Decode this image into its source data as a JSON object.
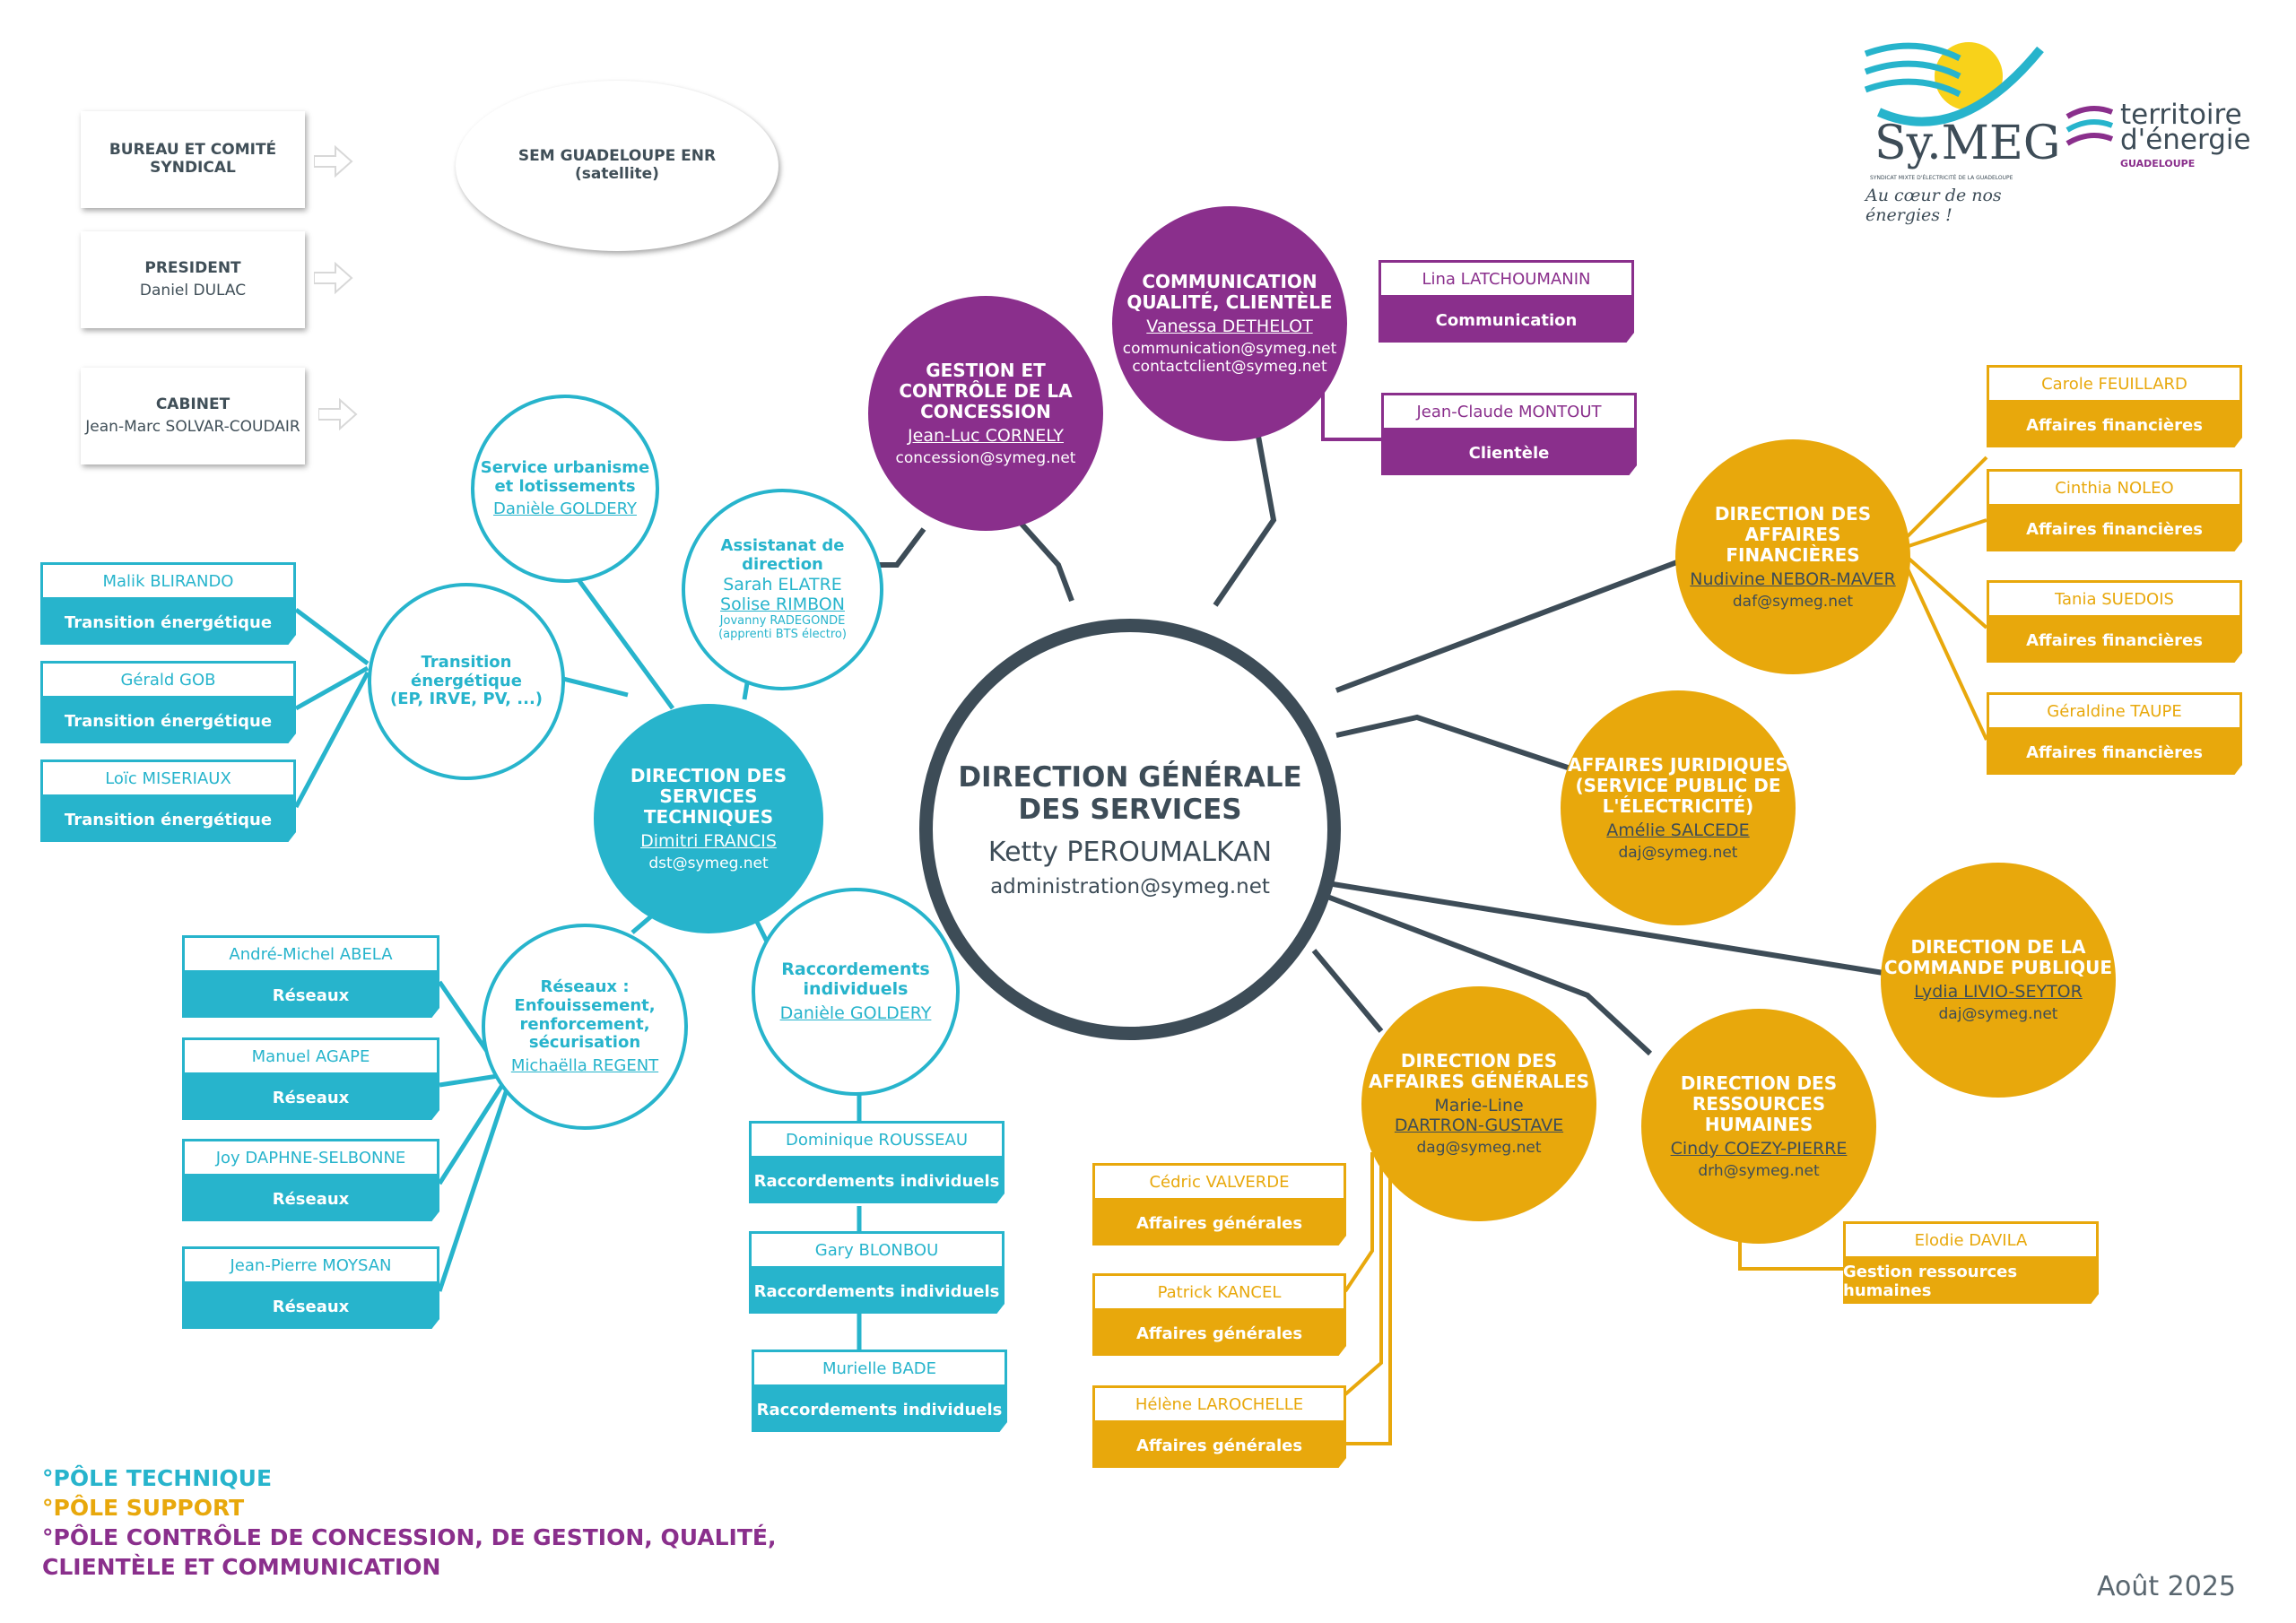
{
  "colors": {
    "technique": "#27b4cc",
    "support": "#e8a80c",
    "controle": "#8a2f8c",
    "center": "#3d4c57"
  },
  "gov": {
    "bureau": "BUREAU ET COMITÉ SYNDICAL",
    "president_title": "PRESIDENT",
    "president_name": "Daniel DULAC",
    "cabinet_title": "CABINET",
    "cabinet_name": "Jean-Marc SOLVAR-COUDAIR",
    "sem_title": "SEM GUADELOUPE ENR",
    "sem_sub": "(satellite)"
  },
  "logo": {
    "name": "Sy.MEG",
    "tagline": "SYNDICAT MIXTE D'ÉLECTRICITÉ DE LA GUADELOUPE",
    "slogan": "Au cœur de nos énergies !",
    "t1": "territoire",
    "t2": "d'énergie",
    "t3": "GUADELOUPE"
  },
  "center": {
    "title1": "DIRECTION GÉNÉRALE",
    "title2": "DES SERVICES",
    "name": "Ketty PEROUMALKAN",
    "email": "administration@symeg.net"
  },
  "dst": {
    "title1": "DIRECTION DES",
    "title2": "SERVICES TECHNIQUES",
    "name": "Dimitri FRANCIS",
    "email": "dst@symeg.net"
  },
  "urba": {
    "title1": "Service urbanisme",
    "title2": "et lotissements",
    "name": "Danièle GOLDERY"
  },
  "assist": {
    "title": "Assistanat de direction",
    "n1": "Sarah ELATRE",
    "n2": "Solise RIMBON",
    "n3": "Jovanny RADEGONDE",
    "n4": "(apprenti BTS électro)"
  },
  "transition": {
    "title1": "Transition énergétique",
    "title2": "(EP, IRVE, PV, ...)"
  },
  "reseaux": {
    "title1": "Réseaux :",
    "title2": "Enfouissement,",
    "title3": "renforcement,",
    "title4": "sécurisation",
    "name": "Michaëlla REGENT"
  },
  "raccord": {
    "title1": "Raccordements",
    "title2": "individuels",
    "name": "Danièle GOLDERY"
  },
  "transition_cards": [
    {
      "name": "Malik BLIRANDO",
      "role": "Transition énergétique"
    },
    {
      "name": "Gérald GOB",
      "role": "Transition énergétique"
    },
    {
      "name": "Loïc MISERIAUX",
      "role": "Transition énergétique"
    }
  ],
  "reseaux_cards": [
    {
      "name": "André-Michel ABELA",
      "role": "Réseaux"
    },
    {
      "name": "Manuel AGAPE",
      "role": "Réseaux"
    },
    {
      "name": "Joy DAPHNE-SELBONNE",
      "role": "Réseaux"
    },
    {
      "name": "Jean-Pierre MOYSAN",
      "role": "Réseaux"
    }
  ],
  "raccord_cards": [
    {
      "name": "Dominique ROUSSEAU",
      "role": "Raccordements individuels"
    },
    {
      "name": "Gary BLONBOU",
      "role": "Raccordements individuels"
    },
    {
      "name": "Murielle BADE",
      "role": "Raccordements individuels"
    }
  ],
  "gestion": {
    "title1": "GESTION ET",
    "title2": "CONTRÔLE DE LA",
    "title3": "CONCESSION",
    "name": "Jean-Luc CORNELY",
    "email": "concession@symeg.net"
  },
  "comm": {
    "title1": "COMMUNICATION",
    "title2": "QUALITÉ, CLIENTÈLE",
    "name": "Vanessa DETHELOT",
    "email1": "communication@symeg.net",
    "email2": "contactclient@symeg.net"
  },
  "comm_cards": [
    {
      "name": "Lina LATCHOUMANIN",
      "role": "Communication"
    },
    {
      "name": "Jean-Claude MONTOUT",
      "role": "Clientèle"
    }
  ],
  "daf": {
    "title1": "DIRECTION DES",
    "title2": "AFFAIRES FINANCIÈRES",
    "name": "Nudivine NEBOR-MAVER",
    "email": "daf@symeg.net"
  },
  "daf_cards": [
    {
      "name": "Carole FEUILLARD",
      "role": "Affaires financières"
    },
    {
      "name": "Cinthia NOLEO",
      "role": "Affaires financières"
    },
    {
      "name": "Tania SUEDOIS",
      "role": "Affaires financières"
    },
    {
      "name": "Géraldine TAUPE",
      "role": "Affaires financières"
    }
  ],
  "daj": {
    "title1": "AFFAIRES JURIDIQUES",
    "title2": "(SERVICE PUBLIC DE",
    "title3": "L'ÉLECTRICITÉ)",
    "name": "Amélie SALCEDE",
    "email": "daj@symeg.net"
  },
  "dcp": {
    "title1": "DIRECTION DE LA",
    "title2": "COMMANDE PUBLIQUE",
    "name": "Lydia LIVIO-SEYTOR",
    "email": "daj@symeg.net"
  },
  "drh": {
    "title1": "DIRECTION DES",
    "title2": "RESSOURCES HUMAINES",
    "name": "Cindy COEZY-PIERRE",
    "email": "drh@symeg.net"
  },
  "drh_cards": [
    {
      "name": "Elodie DAVILA",
      "role": "Gestion ressources humaines"
    }
  ],
  "dag": {
    "title1": "DIRECTION DES",
    "title2": "AFFAIRES GÉNÉRALES",
    "name1": "Marie-Line",
    "name2": "DARTRON-GUSTAVE",
    "email": "dag@symeg.net"
  },
  "dag_cards": [
    {
      "name": "Cédric VALVERDE",
      "role": "Affaires générales"
    },
    {
      "name": "Patrick KANCEL",
      "role": "Affaires générales"
    },
    {
      "name": "Hélène LAROCHELLE",
      "role": "Affaires générales"
    }
  ],
  "legend": {
    "l1": "°PÔLE TECHNIQUE",
    "l2": "°PÔLE SUPPORT",
    "l3": "°PÔLE CONTRÔLE DE CONCESSION, DE GESTION, QUALITÉ,",
    "l4": "CLIENTÈLE ET COMMUNICATION"
  },
  "date": "Août 2025"
}
